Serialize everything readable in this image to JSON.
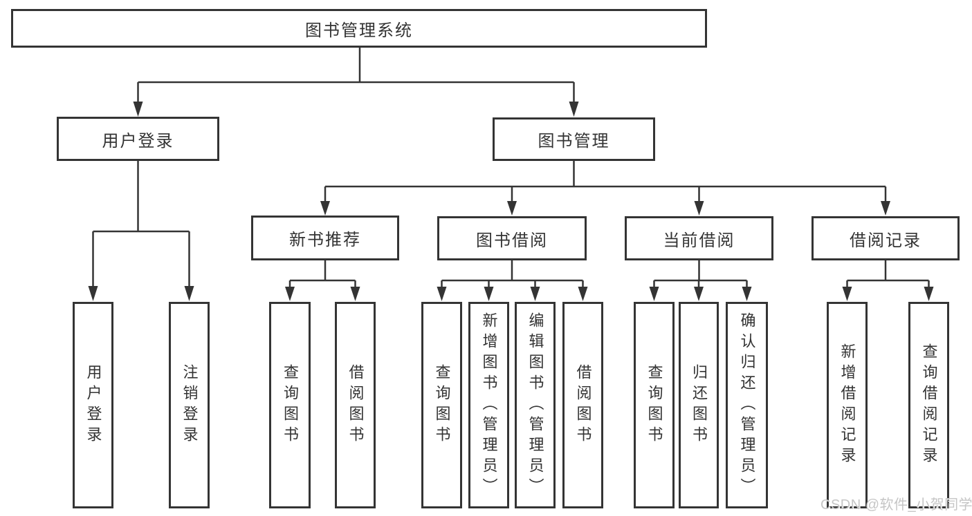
{
  "colors": {
    "line": "#343434",
    "text": "#333333",
    "box_background": "#ffffff",
    "watermark": "#c5c5c5"
  },
  "watermark": {
    "text": "CSDN @软件_小贺同学"
  },
  "tree": {
    "label": "图书管理系统",
    "children": [
      {
        "label": "用户登录",
        "children": [
          {
            "label": "用户登录"
          },
          {
            "label": "注销登录"
          }
        ]
      },
      {
        "label": "图书管理",
        "children": [
          {
            "label": "新书推荐",
            "children": [
              {
                "label": "查询图书"
              },
              {
                "label": "借阅图书"
              }
            ]
          },
          {
            "label": "图书借阅",
            "children": [
              {
                "label": "查询图书"
              },
              {
                "label": "新增图书（管理员）"
              },
              {
                "label": "编辑图书（管理员）"
              },
              {
                "label": "借阅图书"
              }
            ]
          },
          {
            "label": "当前借阅",
            "children": [
              {
                "label": "查询图书"
              },
              {
                "label": "归还图书"
              },
              {
                "label": "确认归还（管理员）"
              }
            ]
          },
          {
            "label": "借阅记录",
            "children": [
              {
                "label": "新增借阅记录"
              },
              {
                "label": "查询借阅记录"
              }
            ]
          }
        ]
      }
    ]
  }
}
